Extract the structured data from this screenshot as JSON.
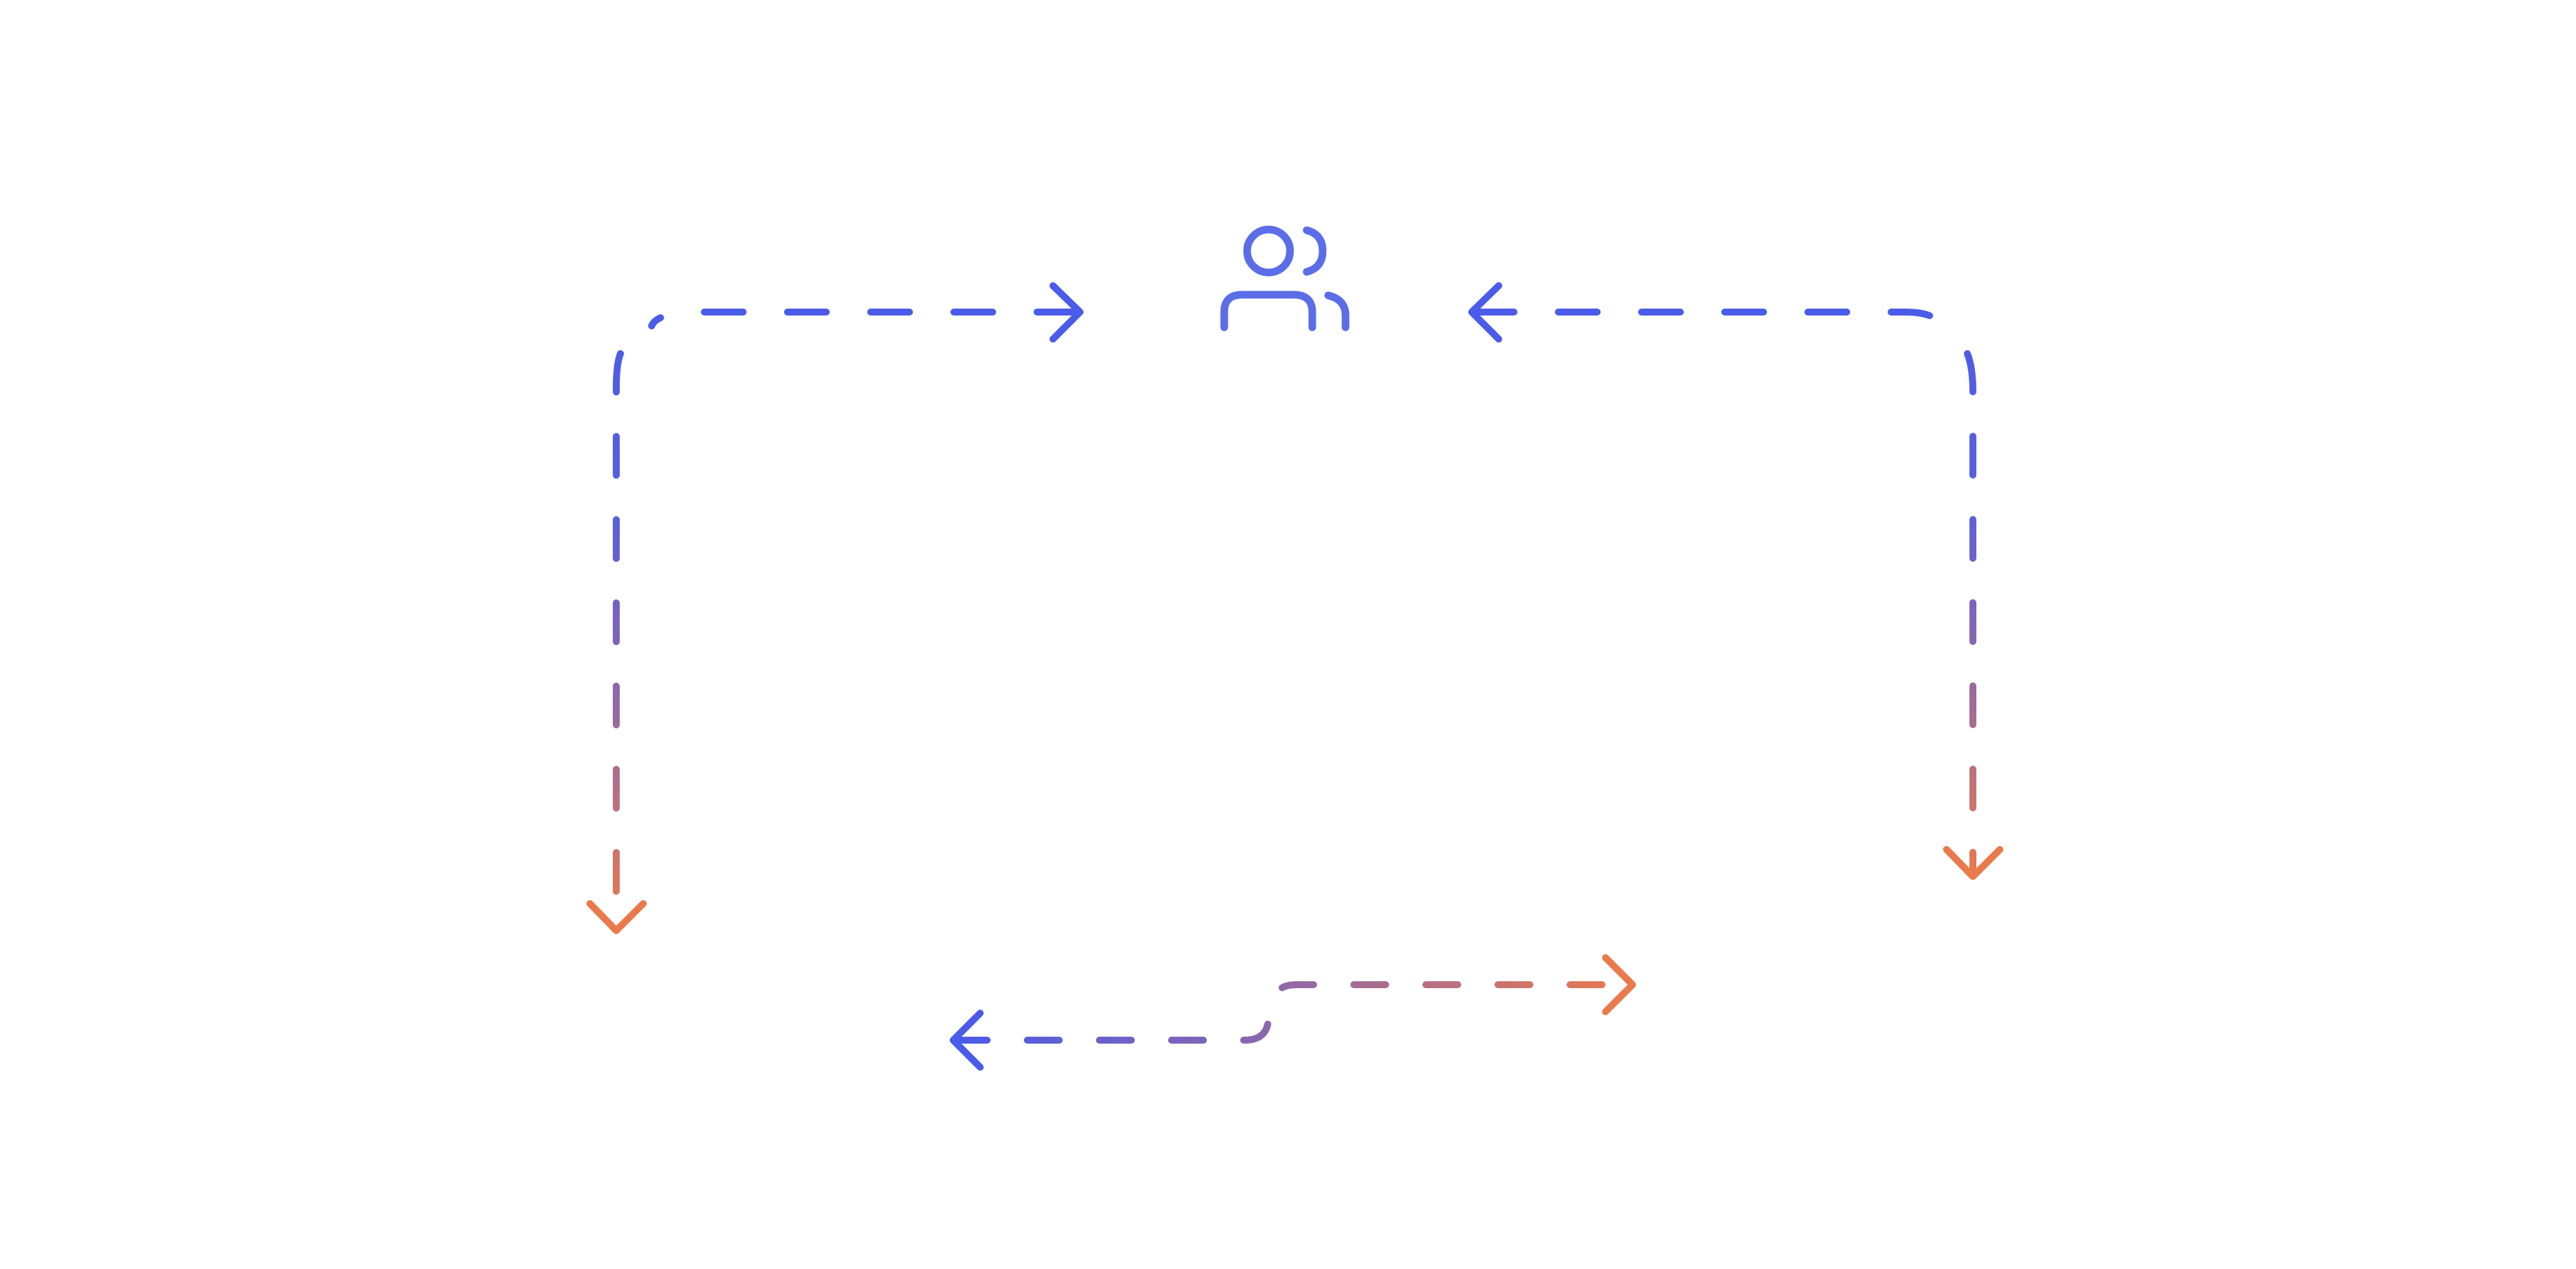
{
  "diagram": {
    "background_color": "#ffffff",
    "icons": [
      {
        "name": "users-icon",
        "color": "#5b6ee8"
      }
    ],
    "arrows": [
      {
        "name": "left-loop-arrow",
        "direction": "down",
        "from_color": "#4a5ce8",
        "to_color": "#e8784e"
      },
      {
        "name": "top-left-arrow",
        "direction": "right",
        "color": "#4a5ce8"
      },
      {
        "name": "top-right-arrow",
        "direction": "left",
        "color": "#4a5ce8"
      },
      {
        "name": "right-loop-arrow",
        "direction": "down",
        "from_color": "#4a5ce8",
        "to_color": "#e8784e"
      },
      {
        "name": "bottom-double-arrow",
        "direction": "both",
        "from_color": "#4a5ce8",
        "to_color": "#e8784e"
      }
    ]
  }
}
